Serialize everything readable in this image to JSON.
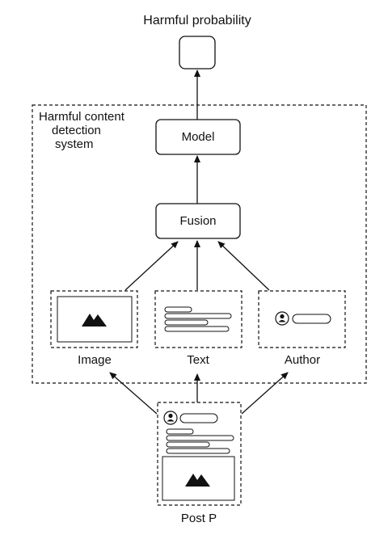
{
  "top_label": "Harmful probability",
  "system_label_lines": [
    "Harmful content",
    "detection",
    "system"
  ],
  "model_label": "Model",
  "fusion_label": "Fusion",
  "inputs": {
    "image": "Image",
    "text": "Text",
    "author": "Author"
  },
  "post_label": "Post P",
  "icons": {
    "image": "mountain-image-icon",
    "author": "user-avatar-icon",
    "text": "text-lines-icon"
  },
  "colors": {
    "stroke": "#111111",
    "background": "#ffffff"
  }
}
